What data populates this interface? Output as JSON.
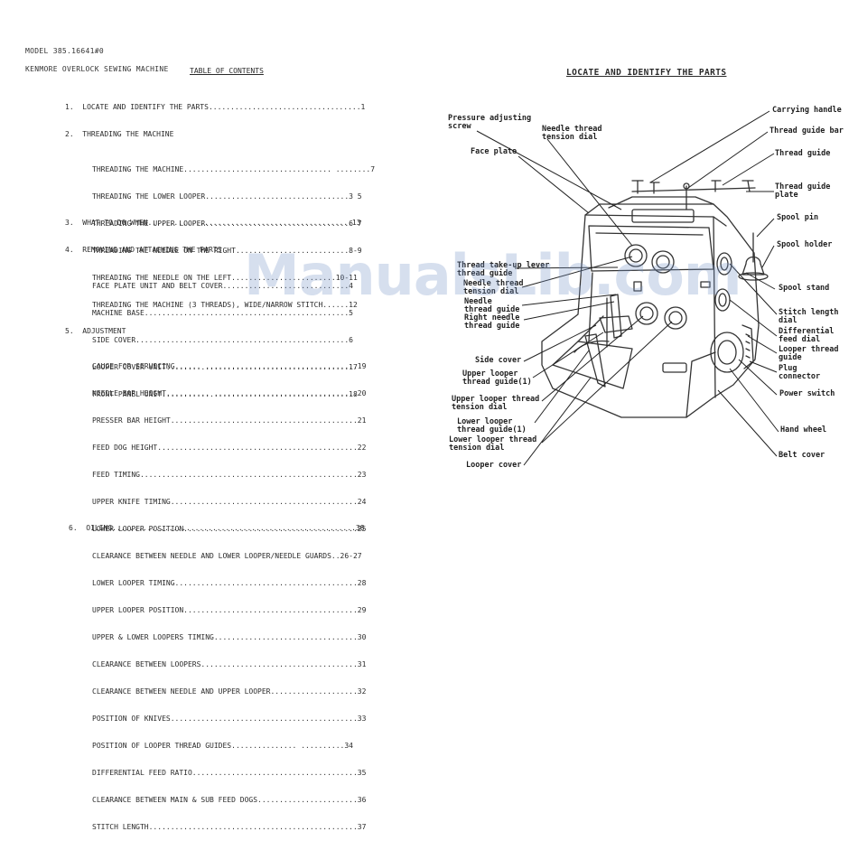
{
  "header": {
    "model_line": "MODEL 385.16641#0",
    "machine_line": "KENMORE OVERLOCK SEWING MACHINE",
    "toc_title": "TABLE OF CONTENTS"
  },
  "toc": {
    "s1": "1.  LOCATE AND IDENTIFY THE PARTS...................................1",
    "s2": "2.  THREADING THE MACHINE",
    "s2_items": [
      "THREADING THE MACHINE.................................. ........7",
      "THREADING THE LOWER LOOPER.................................3 5",
      "THREADING THE UPPER LOOPER.................................6 7",
      "THREADING THE NEEDLE ON THE RIGHT..........................8-9",
      "THREADING THE NEEDLE ON THE LEFT........................10-11",
      "THREADING THE MACHINE (3 THREADS), WIDE/NARROW STITCH......12"
    ],
    "s3": "3.  WHAT TO DO WHEN...............................................13",
    "s4": "4.  REMOVING AND ATTACHING THE PARTS",
    "s4_items": [
      "FACE PLATE UNIT AND BELT COVER.............................4",
      "MACHINE BASE...............................................5",
      "SIDE COVER.................................................6",
      "LOOPER COVER UNIT..........................................17",
      "FRONT PANEL UNIT...........................................18"
    ],
    "s5": "5.  ADJUSTMENT",
    "s5_items": [
      "GAUGE FOR SERVICING...... ...................................19",
      "NEEDLE BAR HEIGHT.......... .................................20",
      "PRESSER BAR HEIGHT...........................................21",
      "FEED DOG HEIGHT..............................................22",
      "FEED TIMING..................................................23",
      "UPPER KNIFE TIMING...........................................24",
      "LOWER LOOPER POSITION........................................25",
      "CLEARANCE BETWEEN NEEDLE AND LOWER LOOPER/NEEDLE GUARDS..26-27",
      "LOWER LOOPER TIMING..........................................28",
      "UPPER LOOPER POSITION........................................29",
      "UPPER & LOWER LOOPERS TIMING.................................30",
      "CLEARANCE BETWEEN LOOPERS....................................31",
      "CLEARANCE BETWEEN NEEDLE AND UPPER LOOPER....................32",
      "POSITION OF KNIVES...........................................33",
      "POSITION OF LOOPER THREAD GUIDES............... ..........34",
      "DIFFERENTIAL FEED RATIO......................................35",
      "CLEARANCE BETWEEN MAIN & SUB FEED DOGS.......................36",
      "STITCH LENGTH................................................37"
    ],
    "s6": "6.  OILING........................................................38"
  },
  "parts": {
    "title": "LOCATE AND IDENTIFY THE PARTS",
    "left_labels": [
      "Pressure adjusting\nscrew",
      "Needle thread\ntension dial",
      "Face plate",
      "Thread take-up lever\nthread guide",
      "Needle thread\ntension dial",
      "Needle\nthread guide",
      "Right needle\nthread guide",
      "Side cover",
      "Upper looper\nthread guide(1)",
      "Upper looper thread\ntension dial",
      "Lower looper\nthread guide(1)",
      "Lower looper thread\ntension dial",
      "Looper cover"
    ],
    "right_labels": [
      "Carrying handle",
      "Thread guide bar",
      "Thread guide",
      "Thread guide\nplate",
      "Spool pin",
      "Spool holder",
      "Spool stand",
      "Stitch length\ndial",
      "Differential\nfeed dial",
      "Looper thread\nguide",
      "Plug\nconnector",
      "Power switch",
      "Hand wheel",
      "Belt cover"
    ]
  },
  "watermark": "ManualsLib.com"
}
